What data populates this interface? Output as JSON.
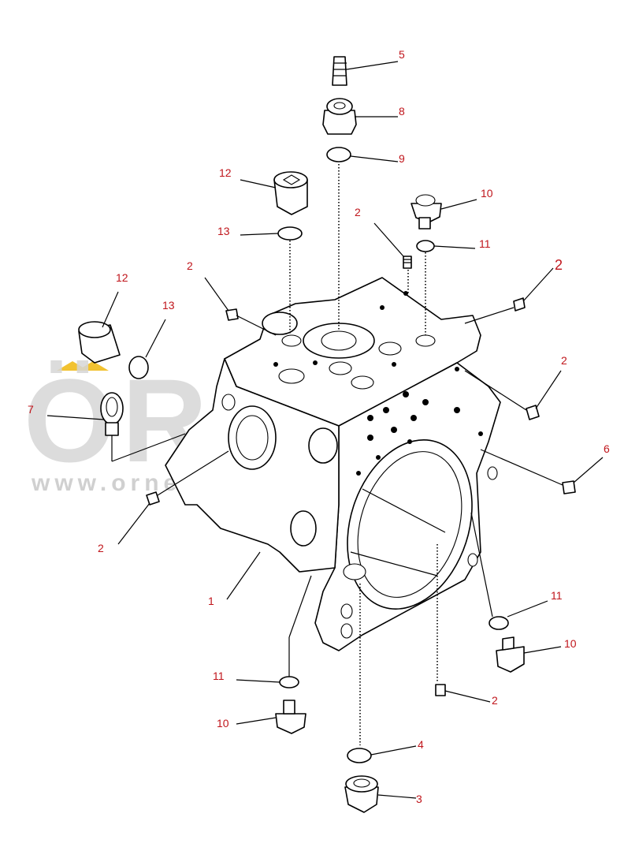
{
  "watermark": {
    "brand": "ÖRNEK",
    "url": "www.orneksmakinalar.com.tr",
    "accent_color": "#f2c230"
  },
  "callouts": [
    {
      "id": "c5",
      "label": "5"
    },
    {
      "id": "c8",
      "label": "8"
    },
    {
      "id": "c9",
      "label": "9"
    },
    {
      "id": "c12a",
      "label": "12"
    },
    {
      "id": "c10a",
      "label": "10"
    },
    {
      "id": "c2a",
      "label": "2"
    },
    {
      "id": "c13a",
      "label": "13"
    },
    {
      "id": "c11a",
      "label": "11"
    },
    {
      "id": "c12b",
      "label": "12"
    },
    {
      "id": "c2b",
      "label": "2"
    },
    {
      "id": "c2c",
      "label": "2"
    },
    {
      "id": "c13b",
      "label": "13"
    },
    {
      "id": "c2d",
      "label": "2"
    },
    {
      "id": "c7",
      "label": "7"
    },
    {
      "id": "c6",
      "label": "6"
    },
    {
      "id": "c2e",
      "label": "2"
    },
    {
      "id": "c1",
      "label": "1"
    },
    {
      "id": "c11b",
      "label": "11"
    },
    {
      "id": "c10b",
      "label": "10"
    },
    {
      "id": "c11c",
      "label": "11"
    },
    {
      "id": "c2f",
      "label": "2"
    },
    {
      "id": "c10c",
      "label": "10"
    },
    {
      "id": "c4",
      "label": "4"
    },
    {
      "id": "c3",
      "label": "3"
    }
  ]
}
